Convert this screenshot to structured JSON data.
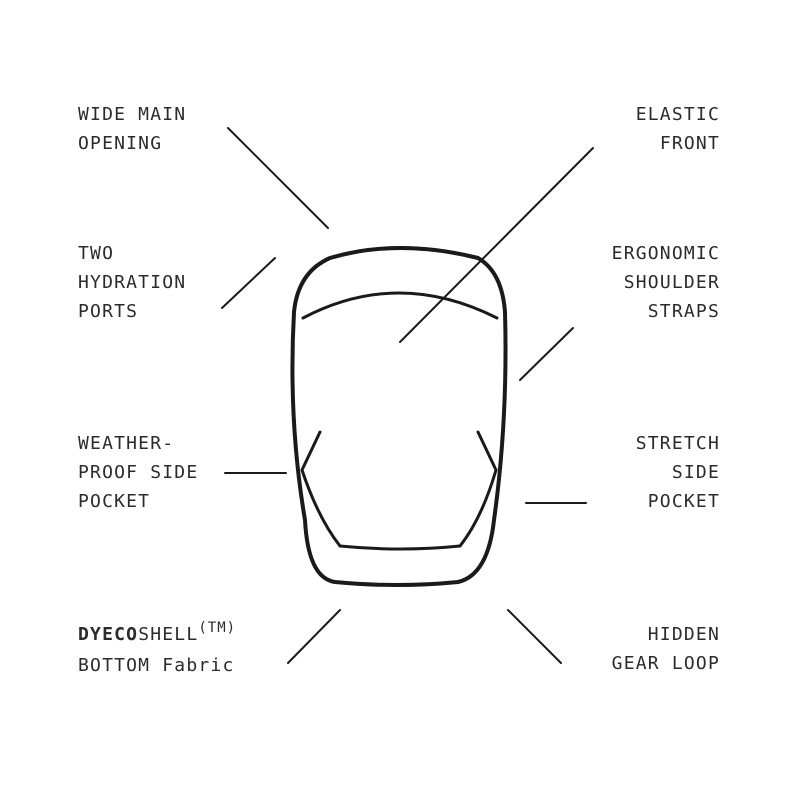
{
  "labels": {
    "wide_main_opening": [
      "WIDE MAIN",
      "OPENING"
    ],
    "elastic_front": [
      "ELASTIC",
      "FRONT"
    ],
    "two_hydration_ports": [
      "TWO",
      "HYDRATION",
      "PORTS"
    ],
    "ergonomic_shoulder_straps": [
      "ERGONOMIC",
      "SHOULDER",
      "STRAPS"
    ],
    "weatherproof_side_pocket": [
      "WEATHER-",
      "PROOF SIDE",
      "POCKET"
    ],
    "stretch_side_pocket": [
      "STRETCH",
      "SIDE",
      "POCKET"
    ],
    "dyecoshell_bottom": {
      "brand_bold": "DYECO",
      "brand_regular": "SHELL",
      "trademark": "(TM)",
      "line2": "BOTTOM Fabric"
    },
    "hidden_gear_loop": [
      "HIDDEN",
      "GEAR LOOP"
    ]
  },
  "colors": {
    "line": "#1a1a1a",
    "text": "#2b2b2b",
    "background": "#ffffff"
  }
}
